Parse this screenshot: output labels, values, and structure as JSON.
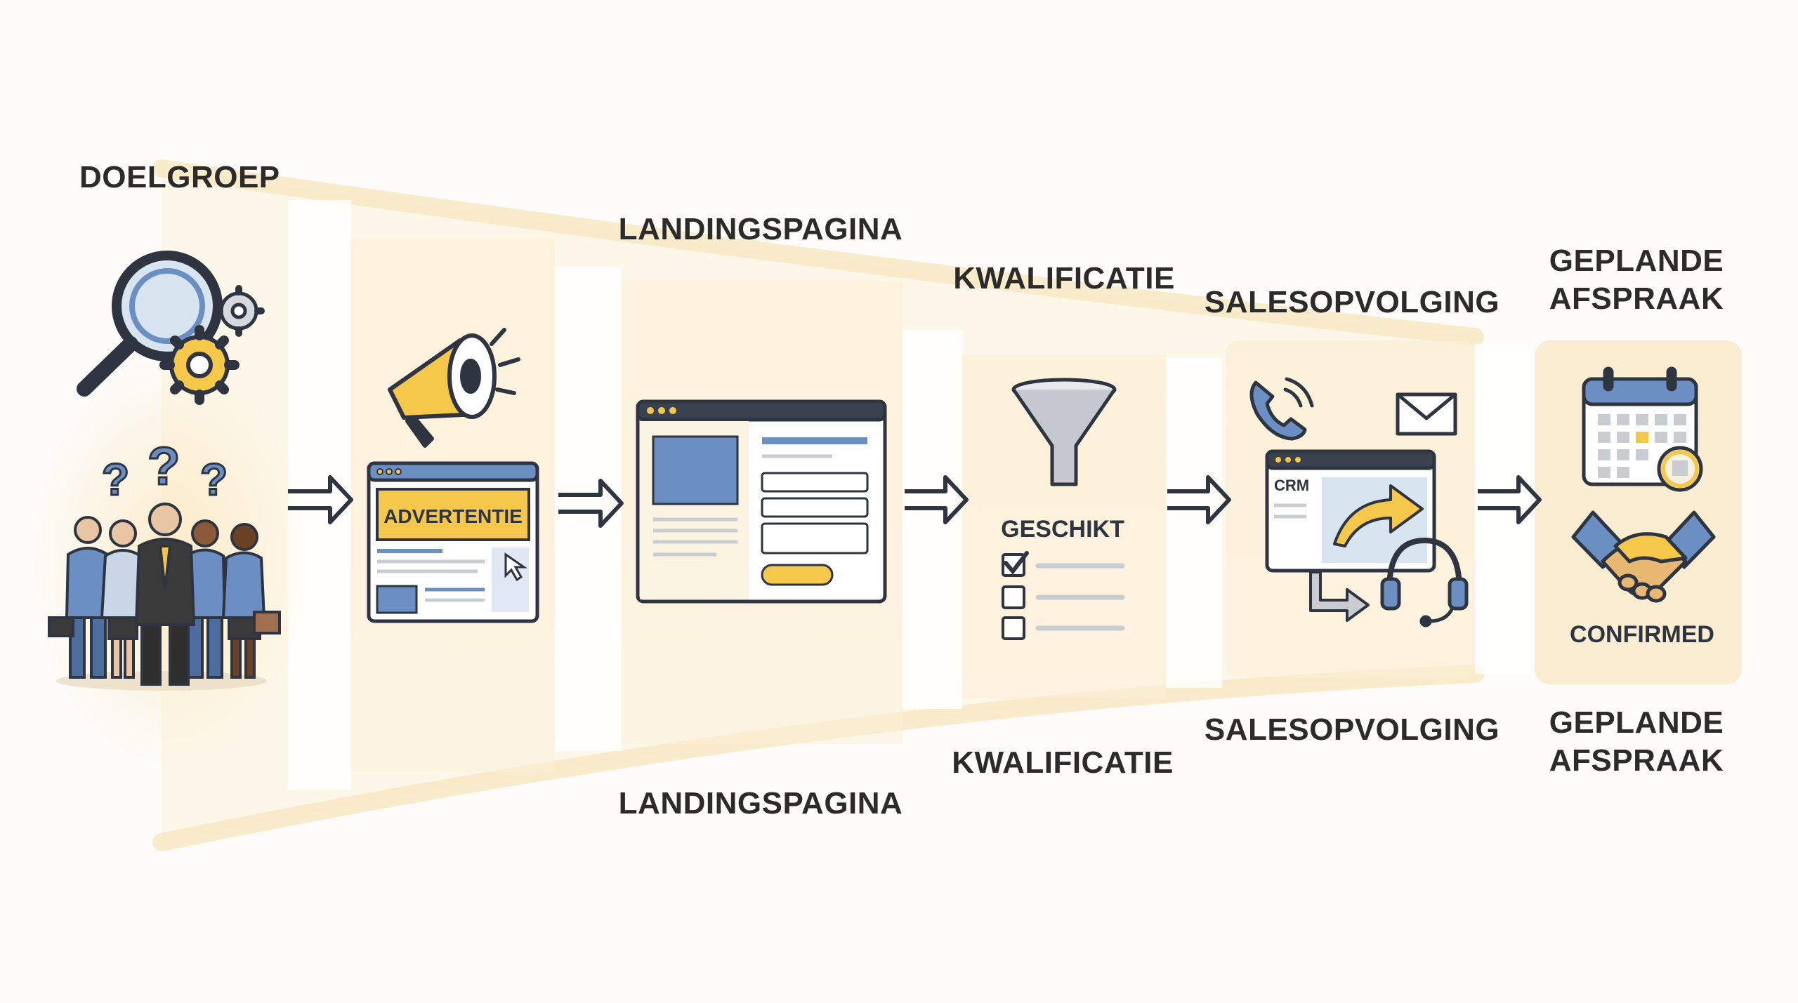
{
  "labels": {
    "doelgroep": "DOELGROEP",
    "landingspagina_top": "LANDINGSPAGINA",
    "landingspagina_bottom": "LANDINGSPAGINA",
    "kwalificatie_top": "KWALIFICATIE",
    "kwalificatie_bottom": "KWALIFICATIE",
    "salesopvolging_top": "SALESOPVOLGING",
    "salesopvolging_bottom": "SALESOPVOLGING",
    "geplande_top_1": "GEPLANDE",
    "geplande_top_2": "AFSPRAAK",
    "geplande_bottom_1": "GEPLANDE",
    "geplande_bottom_2": "AFSPRAAK"
  },
  "inline": {
    "advertentie": "ADVERTENTIE",
    "geschikt": "GESCHIKT",
    "crm": "CRM",
    "confirmed": "CONFIRMED"
  },
  "colors": {
    "accent_yellow": "#f5c84c",
    "accent_blue": "#6b8fc2",
    "outline": "#2e3440",
    "funnel_bg": "#fbefd6"
  }
}
